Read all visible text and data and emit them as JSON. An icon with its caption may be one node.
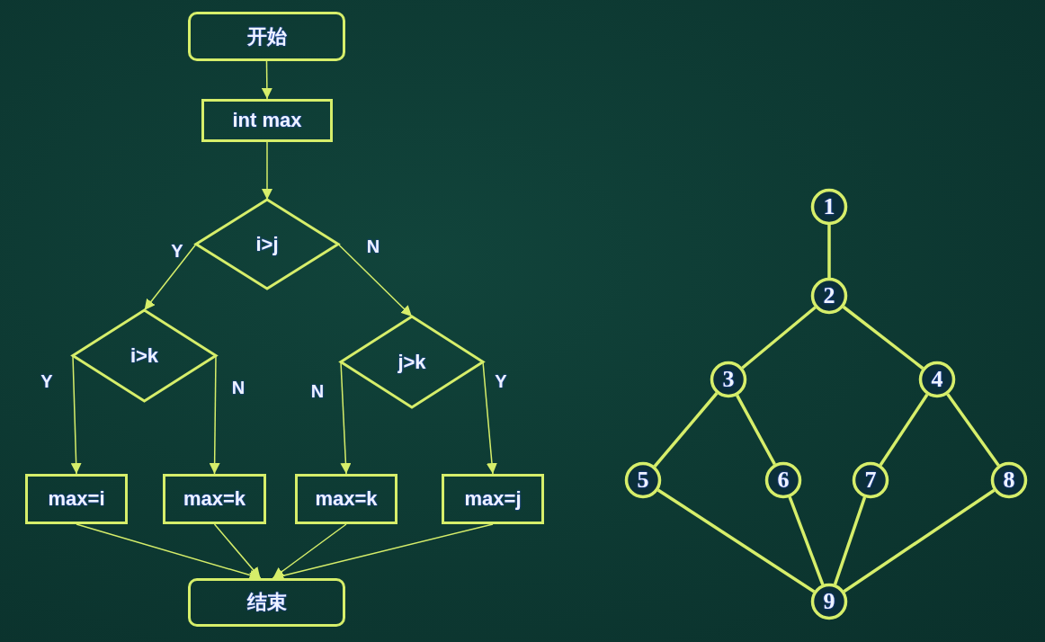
{
  "diagram": {
    "nodes": [
      {
        "text": [
          "开始"
        ]
      },
      {
        "text": [
          "int max"
        ]
      },
      {
        "text": [
          "i>j"
        ]
      },
      {
        "text": [
          "i>k"
        ]
      },
      {
        "text": [
          "j>k"
        ]
      },
      {
        "text": [
          "max=i"
        ]
      },
      {
        "text": [
          "max=k"
        ]
      },
      {
        "text": [
          "max=k"
        ]
      },
      {
        "text": [
          "max=j"
        ]
      },
      {
        "text": [
          "结束"
        ]
      },
      {
        "text": [
          "1"
        ]
      },
      {
        "text": [
          "2"
        ]
      },
      {
        "text": [
          "3"
        ]
      },
      {
        "text": [
          "4"
        ]
      },
      {
        "text": [
          "5"
        ]
      },
      {
        "text": [
          "6"
        ]
      },
      {
        "text": [
          "7"
        ]
      },
      {
        "text": [
          "8"
        ]
      },
      {
        "text": [
          "9"
        ]
      }
    ],
    "edges": [
      {
        "from": 0,
        "to": 1,
        "arrow": "to"
      },
      {
        "from": 1,
        "to": 2,
        "arrow": "to"
      },
      {
        "from": 2,
        "to": 3,
        "arrow": "to",
        "label": "Y"
      },
      {
        "from": 2,
        "to": 4,
        "arrow": "to",
        "label": "N"
      },
      {
        "from": 3,
        "to": 5,
        "arrow": "to",
        "label": "Y"
      },
      {
        "from": 3,
        "to": 6,
        "arrow": "to",
        "label": "N"
      },
      {
        "from": 4,
        "to": 7,
        "arrow": "to",
        "label": "N"
      },
      {
        "from": 4,
        "to": 8,
        "arrow": "to",
        "label": "Y"
      },
      {
        "from": 5,
        "to": 9,
        "arrow": "to"
      },
      {
        "from": 6,
        "to": 9,
        "arrow": "to"
      },
      {
        "from": 7,
        "to": 9,
        "arrow": "to"
      },
      {
        "from": 8,
        "to": 9,
        "arrow": "to"
      },
      {
        "from": 10,
        "to": 11,
        "arrow": "none",
        "style": "thick"
      },
      {
        "from": 11,
        "to": 12,
        "arrow": "none",
        "style": "thick"
      },
      {
        "from": 11,
        "to": 13,
        "arrow": "none",
        "style": "thick"
      },
      {
        "from": 12,
        "to": 14,
        "arrow": "none",
        "style": "thick"
      },
      {
        "from": 12,
        "to": 15,
        "arrow": "none",
        "style": "thick"
      },
      {
        "from": 13,
        "to": 16,
        "arrow": "none",
        "style": "thick"
      },
      {
        "from": 13,
        "to": 17,
        "arrow": "none",
        "style": "thick"
      },
      {
        "from": 14,
        "to": 18,
        "arrow": "none",
        "style": "thick"
      },
      {
        "from": 15,
        "to": 18,
        "arrow": "none",
        "style": "thick"
      },
      {
        "from": 16,
        "to": 18,
        "arrow": "none",
        "style": "thick"
      },
      {
        "from": 17,
        "to": 18,
        "arrow": "none",
        "style": "thick"
      }
    ]
  }
}
